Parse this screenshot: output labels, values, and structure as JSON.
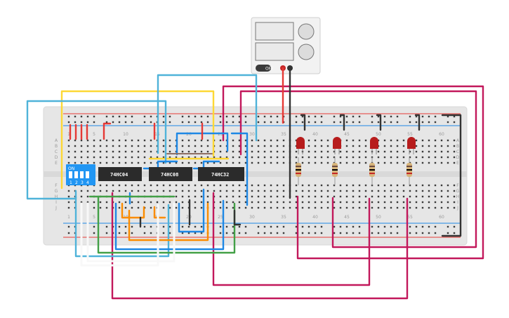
{
  "breadboard": {
    "row_letters_top": [
      "A",
      "B",
      "C",
      "D",
      "E"
    ],
    "row_letters_bottom": [
      "F",
      "G",
      "H",
      "I",
      "J"
    ],
    "column_numbers": [
      "1",
      "5",
      "10",
      "15",
      "20",
      "25",
      "30",
      "35",
      "40",
      "45",
      "50",
      "55",
      "60"
    ]
  },
  "chips": [
    {
      "label": "74HC04"
    },
    {
      "label": "74HC08"
    },
    {
      "label": "74HC32"
    }
  ],
  "dip_switch": {
    "on_label": "ON",
    "position_labels": [
      "1",
      "2",
      "3",
      "4"
    ]
  },
  "power_supply": {
    "button_label": "OFF"
  },
  "colors": {
    "breadboard": "#e6e6e6",
    "power_rail_red": "#e53935",
    "power_rail_blue": "#1e88e5",
    "wire_magenta": "#c2185b",
    "wire_yellow": "#fdd835",
    "wire_cyan": "#4fb3d9",
    "wire_blue": "#1e88e5",
    "wire_green": "#43a047",
    "wire_orange": "#fb8c00",
    "wire_black": "#333333",
    "wire_white": "#f5f5f5",
    "led": "#b71c1c",
    "chip": "#2b2b2b",
    "dip": "#2196f3"
  }
}
